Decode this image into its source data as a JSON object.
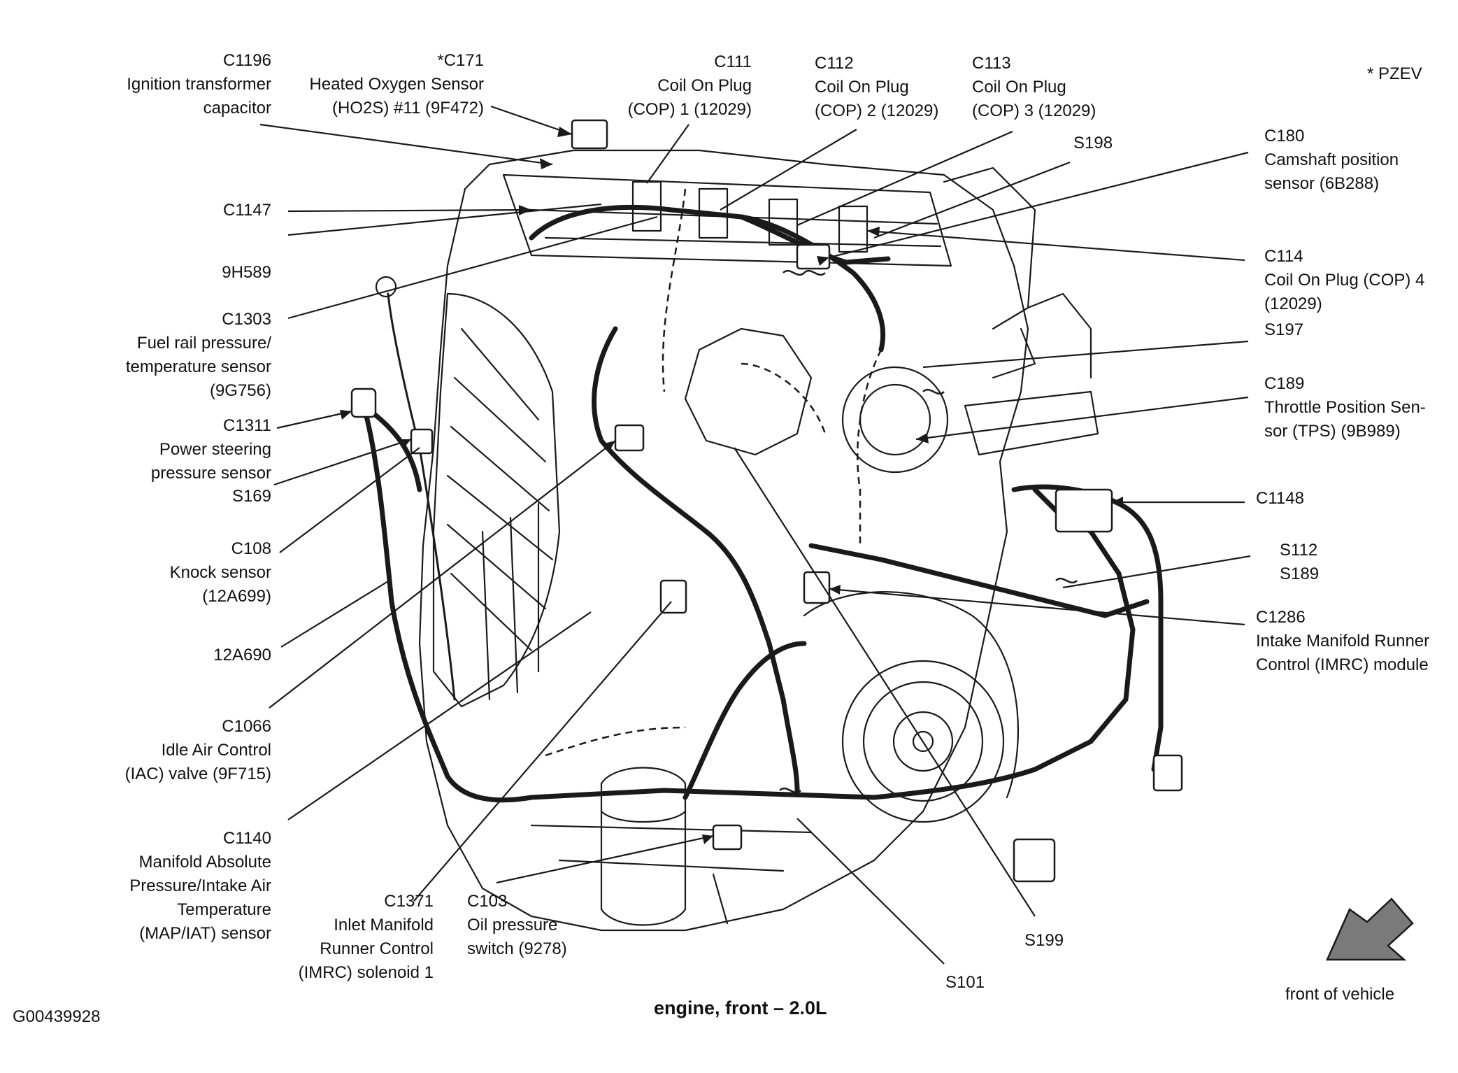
{
  "caption": "engine, front – 2.0L",
  "figure_id": "G00439928",
  "note": "* PZEV",
  "front_of_vehicle": "front of vehicle",
  "labels": [
    {
      "id": "c1196",
      "lines": [
        "C1196",
        "Ignition transformer",
        "capacitor"
      ]
    },
    {
      "id": "c171",
      "lines": [
        "*C171",
        "Heated Oxygen Sensor",
        "(HO2S) #11 (9F472)"
      ]
    },
    {
      "id": "c111",
      "lines": [
        "C111",
        "Coil On Plug",
        "(COP) 1 (12029)"
      ]
    },
    {
      "id": "c112",
      "lines": [
        "C112",
        "Coil On Plug",
        "(COP) 2 (12029)"
      ]
    },
    {
      "id": "c113",
      "lines": [
        "C113",
        "Coil On Plug",
        "(COP) 3 (12029)"
      ]
    },
    {
      "id": "s198",
      "lines": [
        "S198"
      ]
    },
    {
      "id": "c180",
      "lines": [
        "C180",
        "Camshaft position",
        "sensor (6B288)"
      ]
    },
    {
      "id": "c1147",
      "lines": [
        "C1147"
      ]
    },
    {
      "id": "9h589",
      "lines": [
        "9H589"
      ]
    },
    {
      "id": "c114",
      "lines": [
        "C114",
        "Coil On Plug (COP) 4",
        "(12029)"
      ]
    },
    {
      "id": "s197",
      "lines": [
        "S197"
      ]
    },
    {
      "id": "c1303",
      "lines": [
        "C1303",
        "Fuel rail pressure/",
        "temperature sensor",
        "(9G756)"
      ]
    },
    {
      "id": "c189",
      "lines": [
        "C189",
        "Throttle Position Sen-",
        "sor (TPS) (9B989)"
      ]
    },
    {
      "id": "c1311",
      "lines": [
        "C1311",
        "Power steering",
        "pressure sensor"
      ]
    },
    {
      "id": "s169",
      "lines": [
        "S169"
      ]
    },
    {
      "id": "c1148",
      "lines": [
        "C1148"
      ]
    },
    {
      "id": "s112",
      "lines": [
        "S112",
        "S189"
      ]
    },
    {
      "id": "c108",
      "lines": [
        "C108",
        "Knock sensor",
        "(12A699)"
      ]
    },
    {
      "id": "c1286",
      "lines": [
        "C1286",
        "Intake Manifold Runner",
        "Control (IMRC) module"
      ]
    },
    {
      "id": "12a690",
      "lines": [
        "12A690"
      ]
    },
    {
      "id": "c1066",
      "lines": [
        "C1066",
        "Idle Air Control",
        "(IAC) valve (9F715)"
      ]
    },
    {
      "id": "c1140",
      "lines": [
        "C1140",
        "Manifold Absolute",
        "Pressure/Intake Air",
        "Temperature",
        "(MAP/IAT) sensor"
      ]
    },
    {
      "id": "c1371",
      "lines": [
        "C1371",
        "Inlet Manifold",
        "Runner Control",
        "(IMRC) solenoid 1"
      ]
    },
    {
      "id": "c103",
      "lines": [
        "C103",
        "Oil pressure",
        "switch (9278)"
      ]
    },
    {
      "id": "s199",
      "lines": [
        "S199"
      ]
    },
    {
      "id": "s101",
      "lines": [
        "S101"
      ]
    }
  ]
}
